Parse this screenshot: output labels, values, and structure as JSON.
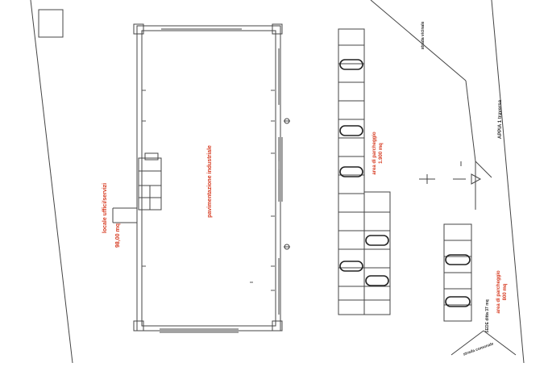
{
  "colors": {
    "line": "#444444",
    "annotation_red": "#d6391f",
    "background": "#ffffff"
  },
  "labels": {
    "warehouse_area": "pavimentazione industriale",
    "office_area_label": "locale uffici/servizi",
    "office_area_value": "98,00 mq",
    "parking_area_1_label": "area di parcheggio",
    "parking_area_1_value": "1.900 mq",
    "parking_area_2_label": "area di parcheggio",
    "parking_area_2_value": "800 mq",
    "road_name": "APPIA 1 traversa",
    "top_road": "strada vicinale",
    "bottom_road": "strada comunale",
    "bottom_note": "SEDE ditta 37 mq"
  }
}
